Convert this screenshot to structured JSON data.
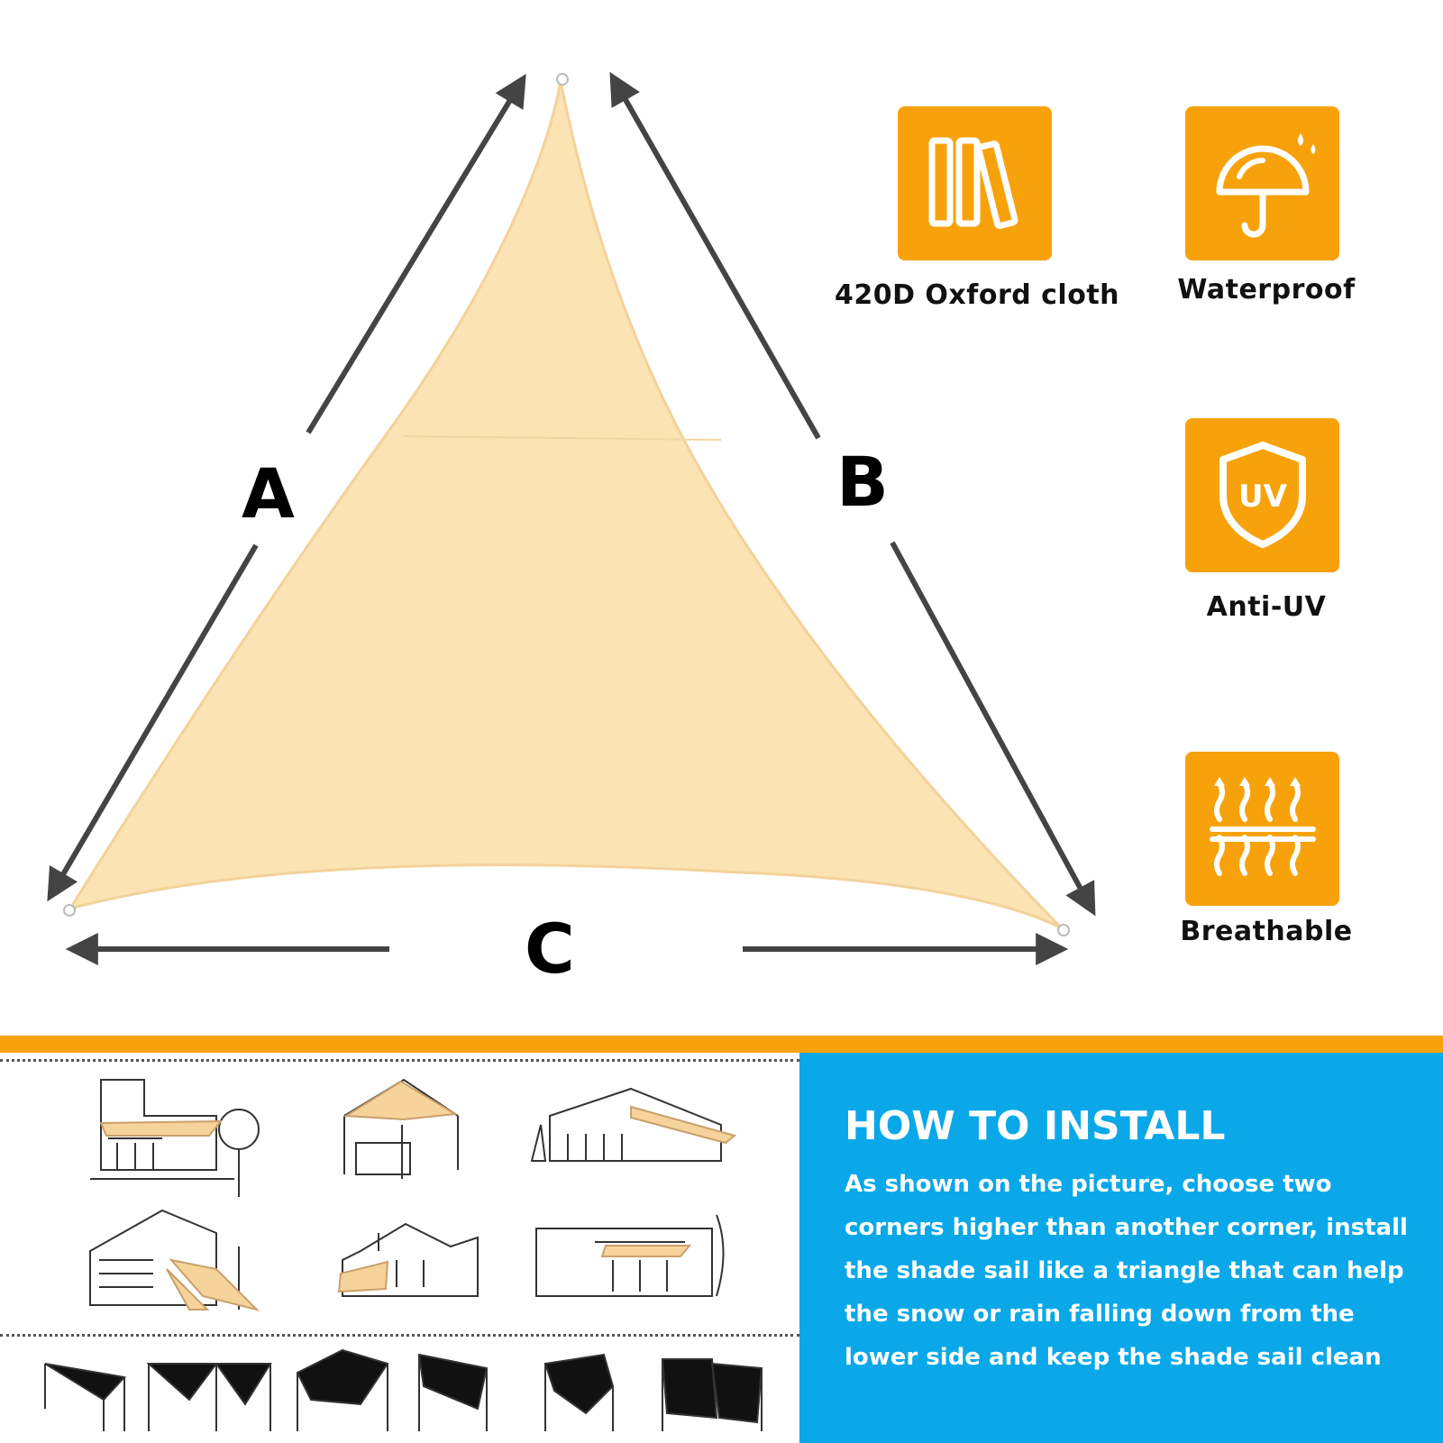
{
  "dimensions": {
    "side_a": "A",
    "side_b": "B",
    "side_c": "C"
  },
  "features": [
    {
      "label": "420D Oxford cloth",
      "icon": "fabric-rolls-icon"
    },
    {
      "label": "Waterproof",
      "icon": "umbrella-icon"
    },
    {
      "label": "Anti-UV",
      "icon": "uv-shield-icon",
      "icon_text": "UV"
    },
    {
      "label": "Breathable",
      "icon": "breathable-arrows-icon"
    }
  ],
  "colors": {
    "accent_orange": "#f7a20b",
    "install_blue": "#0aa8e8",
    "sail_beige": "#fbe3b4"
  },
  "install": {
    "title": "HOW TO INSTALL",
    "text": "As shown on the picture, choose two corners higher than another corner, install the shade sail like a triangle that can help the snow or rain falling down from the lower side and keep the shade sail clean"
  }
}
